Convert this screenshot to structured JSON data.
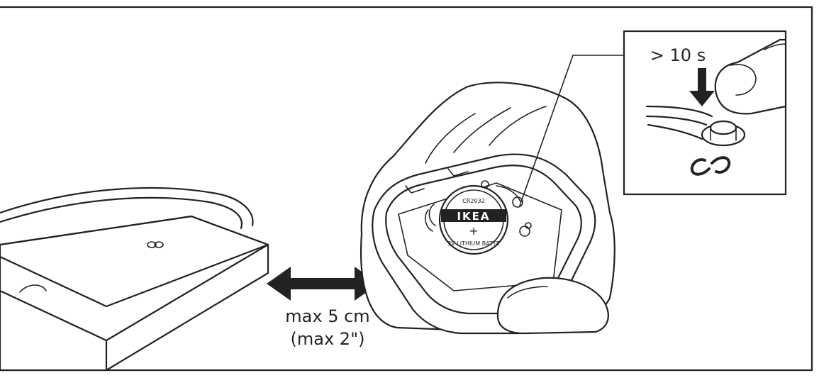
{
  "inset": {
    "duration_label": "> 10 s"
  },
  "distance": {
    "metric_label": "max 5 cm",
    "imperial_label": "(max 2\")"
  },
  "battery": {
    "model": "CR2032",
    "brand": "IKEA",
    "polarity": "+",
    "type_text": "3V LITHIUM BATTE"
  },
  "icons": [
    "pairing-link-icon",
    "press-arrow-icon",
    "double-arrow-icon"
  ],
  "colors": {
    "ink": "#222222",
    "background": "#ffffff"
  }
}
